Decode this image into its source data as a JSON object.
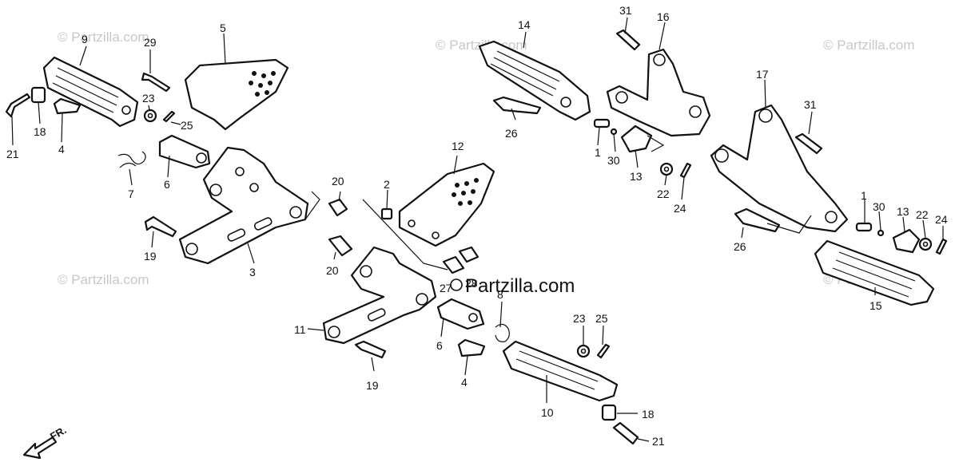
{
  "watermark": {
    "small": "© Partzilla.com",
    "center": "Partzilla.com"
  },
  "direction_label": "FR.",
  "callouts": {
    "c9": "9",
    "c29": "29",
    "c5": "5",
    "c23a": "23",
    "c25a": "25",
    "c21a": "21",
    "c18a": "18",
    "c4a": "4",
    "c7": "7",
    "c6a": "6",
    "c19a": "19",
    "c3": "3",
    "c20a": "20",
    "c20b": "20",
    "c2": "2",
    "c12": "12",
    "c27": "27",
    "c28": "28",
    "c11": "11",
    "c6b": "6",
    "c8": "8",
    "c4b": "4",
    "c19b": "19",
    "c10": "10",
    "c23b": "23",
    "c25b": "25",
    "c18b": "18",
    "c21b": "21",
    "c14": "14",
    "c26a": "26",
    "c1a": "1",
    "c30a": "30",
    "c13a": "13",
    "c22a": "22",
    "c24a": "24",
    "c31a": "31",
    "c16": "16",
    "c17": "17",
    "c31b": "31",
    "c26b": "26",
    "c1b": "1",
    "c30b": "30",
    "c13b": "13",
    "c22b": "22",
    "c24b": "24",
    "c15": "15"
  }
}
